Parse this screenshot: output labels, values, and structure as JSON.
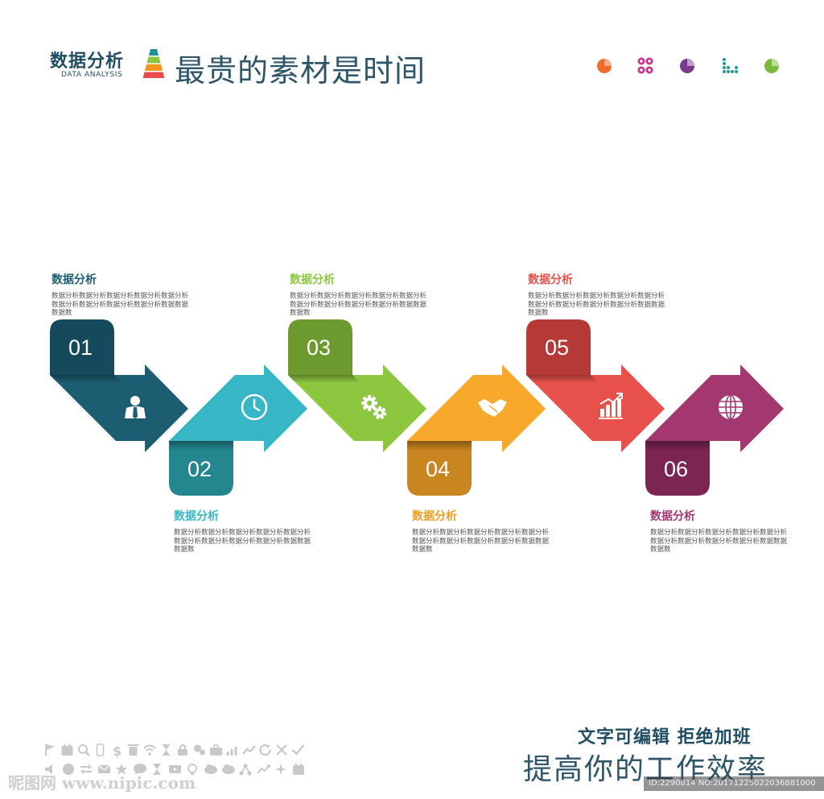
{
  "header": {
    "brand_cn": "数据分析",
    "brand_en": "DATA ANALYSIS",
    "title": "最贵的素材是时间",
    "pyramid_colors": [
      "#1f8e9b",
      "#8dc63f",
      "#f7941d",
      "#e84c4c"
    ],
    "icons": [
      {
        "name": "pie-chart-orange-icon",
        "color": "#f16b2c"
      },
      {
        "name": "quad-circles-magenta-icon",
        "color": "#c7328c"
      },
      {
        "name": "pie-chart-purple-icon",
        "color": "#7a3b8f"
      },
      {
        "name": "dot-chart-teal-icon",
        "color": "#1f9c95"
      },
      {
        "name": "pie-chart-green-icon",
        "color": "#79b93b"
      }
    ]
  },
  "steps": [
    {
      "number": "01",
      "title": "数据分析",
      "desc": "数据分析数据分析数据分析数据分析数据分析数据分析数据分析数据分析数据分析数据数据数据数",
      "color": "#1c5d72",
      "dark": "#154a5c",
      "icon": "businessman-icon",
      "position": "top"
    },
    {
      "number": "02",
      "title": "数据分析",
      "desc": "数据分析数据分析数据分析数据分析数据分析数据分析数据分析数据分析数据分析数据数据数据数",
      "color": "#37b6c6",
      "dark": "#24878f",
      "icon": "clock-icon",
      "position": "bottom"
    },
    {
      "number": "03",
      "title": "数据分析",
      "desc": "数据分析数据分析数据分析数据分析数据分析数据分析数据分析数据分析数据分析数据数据数据数",
      "color": "#8dc63f",
      "dark": "#6c9a2e",
      "icon": "gears-icon",
      "position": "top"
    },
    {
      "number": "04",
      "title": "数据分析",
      "desc": "数据分析数据分析数据分析数据分析数据分析数据分析数据分析数据分析数据分析数据数据数据数",
      "color": "#f8a92b",
      "dark": "#c9851f",
      "icon": "handshake-icon",
      "position": "bottom"
    },
    {
      "number": "05",
      "title": "数据分析",
      "desc": "数据分析数据分析数据分析数据分析数据分析数据分析数据分析数据分析数据分析数据数据数据数",
      "color": "#e8514b",
      "dark": "#b53a37",
      "icon": "growth-chart-icon",
      "position": "top"
    },
    {
      "number": "06",
      "title": "数据分析",
      "desc": "数据分析数据分析数据分析数据分析数据分析数据分析数据分析数据分析数据分析数据数据数据数",
      "color": "#a3376f",
      "dark": "#7c2552",
      "icon": "globe-icon",
      "position": "bottom"
    }
  ],
  "footer": {
    "line1": "文字可编辑  拒绝加班",
    "line2": "提高你的工作效率",
    "icon_color": "#c8c8c8"
  },
  "watermark": {
    "site": "昵图网 www.nipic.com",
    "id": "ID:2290814 NO:20171225022036881000"
  }
}
